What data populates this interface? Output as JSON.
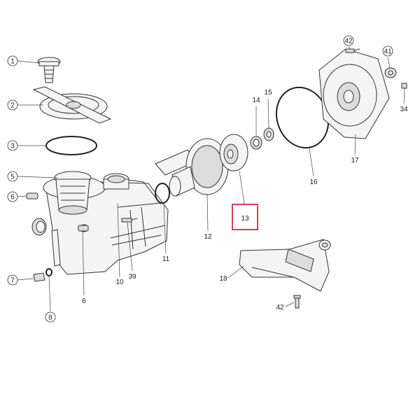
{
  "diagram": {
    "highlighted_part": "13",
    "highlight_color": "#c8102e",
    "callouts": [
      {
        "id": "p1",
        "label": "1"
      },
      {
        "id": "p2",
        "label": "2"
      },
      {
        "id": "p3",
        "label": "3"
      },
      {
        "id": "p5",
        "label": "5"
      },
      {
        "id": "p6a",
        "label": "6"
      },
      {
        "id": "p6b",
        "label": "6"
      },
      {
        "id": "p7",
        "label": "7"
      },
      {
        "id": "p8",
        "label": "8"
      },
      {
        "id": "p10",
        "label": "10"
      },
      {
        "id": "p39",
        "label": "39"
      },
      {
        "id": "p11",
        "label": "11"
      },
      {
        "id": "p12",
        "label": "12"
      },
      {
        "id": "p13",
        "label": "13"
      },
      {
        "id": "p14",
        "label": "14"
      },
      {
        "id": "p15",
        "label": "15"
      },
      {
        "id": "p16",
        "label": "16"
      },
      {
        "id": "p17",
        "label": "17"
      },
      {
        "id": "p18",
        "label": "18"
      },
      {
        "id": "p34",
        "label": "34"
      },
      {
        "id": "p41",
        "label": "41"
      },
      {
        "id": "p42a",
        "label": "42"
      },
      {
        "id": "p42b",
        "label": "42"
      }
    ]
  }
}
